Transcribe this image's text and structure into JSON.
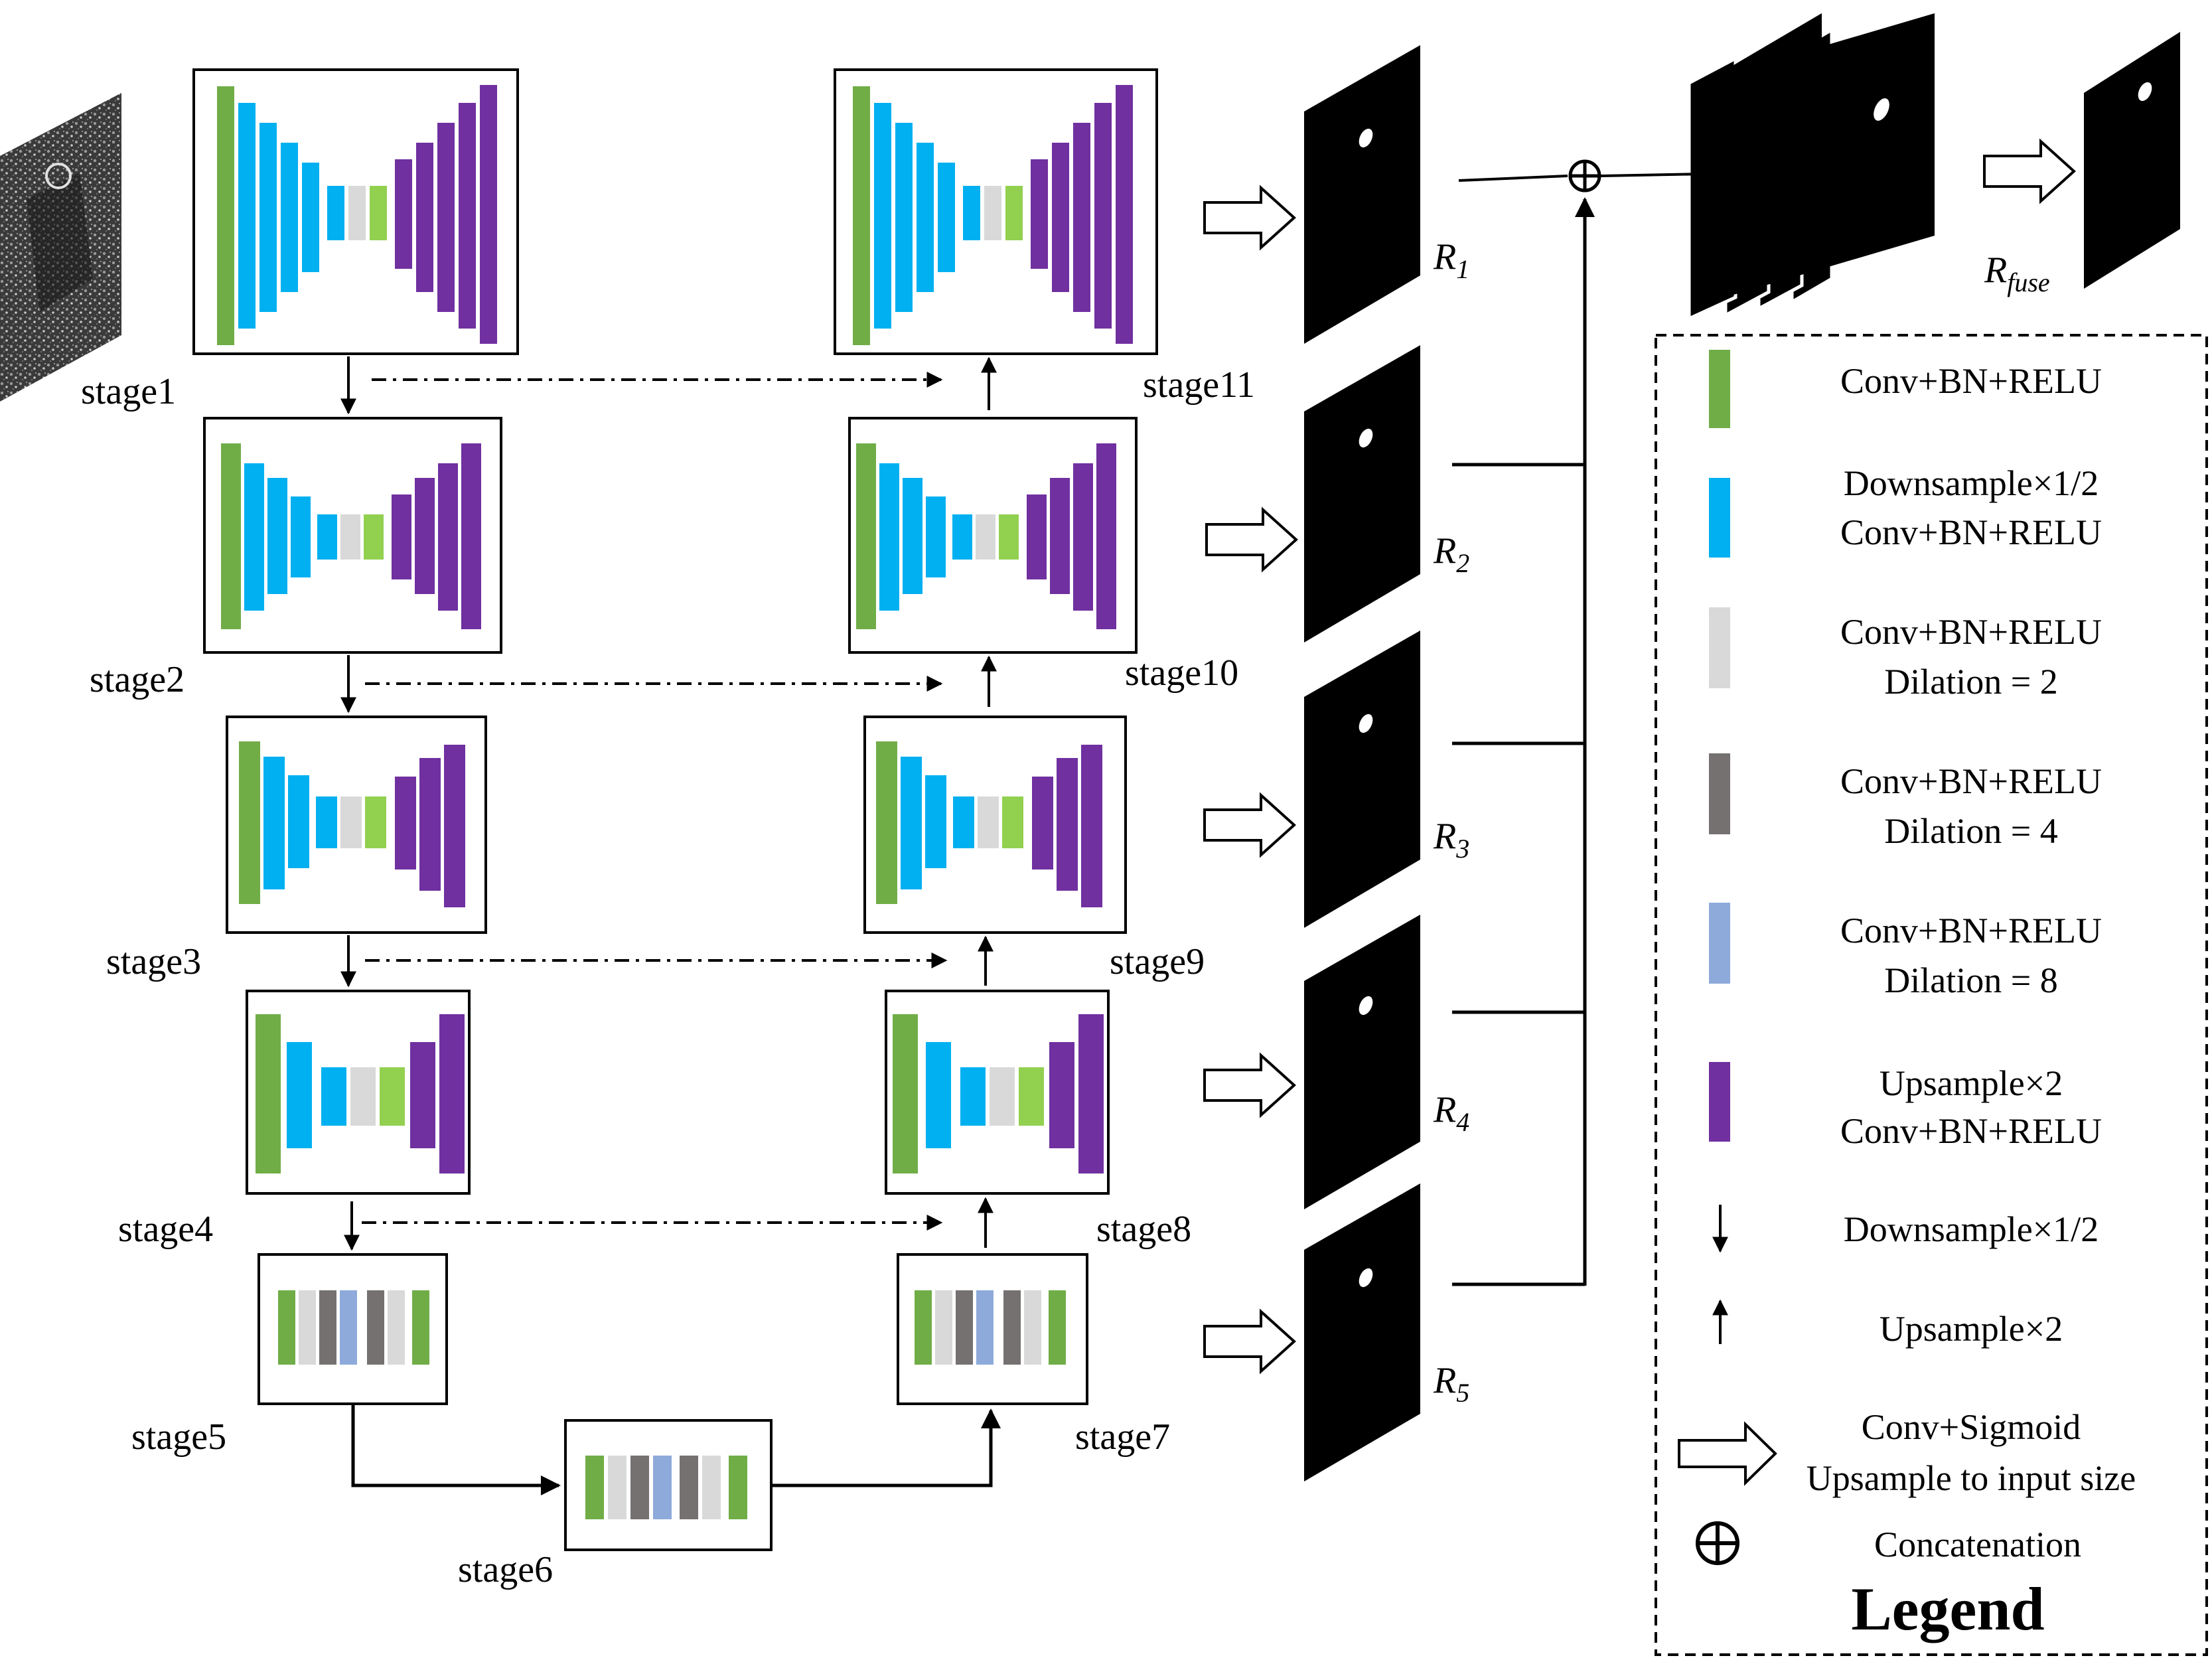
{
  "colors": {
    "conv": "#70ad47",
    "down": "#00b0f0",
    "dil2": "#d9d9d9",
    "dil4": "#767171",
    "dil8": "#8eaadb",
    "up": "#7030a0",
    "bright_green": "#92d050",
    "mask": "#000000",
    "line": "#000000"
  },
  "stages": [
    {
      "id": "stage1",
      "label": "stage1"
    },
    {
      "id": "stage2",
      "label": "stage2"
    },
    {
      "id": "stage3",
      "label": "stage3"
    },
    {
      "id": "stage4",
      "label": "stage4"
    },
    {
      "id": "stage5",
      "label": "stage5"
    },
    {
      "id": "stage6",
      "label": "stage6"
    },
    {
      "id": "stage7",
      "label": "stage7"
    },
    {
      "id": "stage8",
      "label": "stage8"
    },
    {
      "id": "stage9",
      "label": "stage9"
    },
    {
      "id": "stage10",
      "label": "stage10"
    },
    {
      "id": "stage11",
      "label": "stage11"
    }
  ],
  "outputs": [
    {
      "id": "r1",
      "main": "R",
      "sub": "1"
    },
    {
      "id": "r2",
      "main": "R",
      "sub": "2"
    },
    {
      "id": "r3",
      "main": "R",
      "sub": "3"
    },
    {
      "id": "r4",
      "main": "R",
      "sub": "4"
    },
    {
      "id": "r5",
      "main": "R",
      "sub": "5"
    },
    {
      "id": "rfuse",
      "main": "R",
      "sub": "fuse"
    }
  ],
  "legend": {
    "title": "Legend",
    "items": [
      {
        "icon": "conv-block-icon",
        "lines": [
          "Conv+BN+RELU"
        ]
      },
      {
        "icon": "downsample-conv-block-icon",
        "lines": [
          "Downsample×1/2",
          "Conv+BN+RELU"
        ]
      },
      {
        "icon": "dilation2-block-icon",
        "lines": [
          "Conv+BN+RELU",
          "Dilation = 2"
        ]
      },
      {
        "icon": "dilation4-block-icon",
        "lines": [
          "Conv+BN+RELU",
          "Dilation = 4"
        ]
      },
      {
        "icon": "dilation8-block-icon",
        "lines": [
          "Conv+BN+RELU",
          "Dilation = 8"
        ]
      },
      {
        "icon": "upsample-conv-block-icon",
        "lines": [
          "Upsample×2",
          "Conv+BN+RELU"
        ]
      },
      {
        "icon": "down-arrow-icon",
        "lines": [
          "Downsample×1/2"
        ]
      },
      {
        "icon": "up-arrow-icon",
        "lines": [
          "Upsample×2"
        ]
      },
      {
        "icon": "hollow-arrow-icon",
        "lines": [
          "Conv+Sigmoid",
          "Upsample to input size"
        ]
      },
      {
        "icon": "concatenation-icon",
        "lines": [
          "Concatenation"
        ]
      }
    ]
  }
}
